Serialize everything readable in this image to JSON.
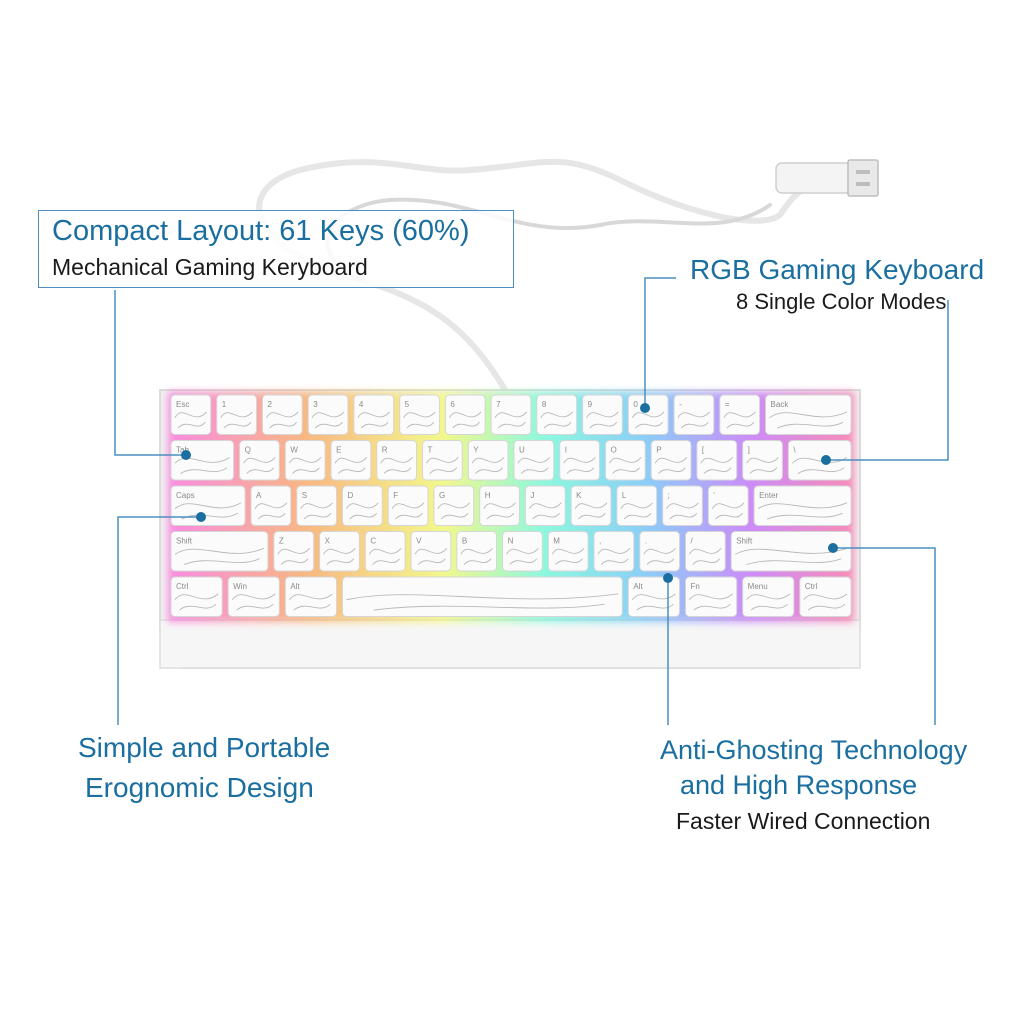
{
  "callouts": {
    "compact": {
      "title": "Compact Layout: 61 Keys (60%)",
      "subtitle": "Mechanical Gaming Keryboard"
    },
    "rgb": {
      "title": "RGB Gaming Keyboard",
      "subtitle": "8 Single Color Modes"
    },
    "simple": {
      "line1": "Simple and Portable",
      "line2": "Erognomic Design"
    },
    "anti": {
      "line1": "Anti-Ghosting Technology",
      "line2": "and High Response",
      "subtitle": "Faster Wired Connection"
    }
  },
  "keyboard": {
    "rows": [
      [
        "Esc",
        "1",
        "2",
        "3",
        "4",
        "5",
        "6",
        "7",
        "8",
        "9",
        "0",
        "-",
        "=",
        "Back"
      ],
      [
        "Tab",
        "Q",
        "W",
        "E",
        "R",
        "T",
        "Y",
        "U",
        "I",
        "O",
        "P",
        "[",
        "]",
        "\\"
      ],
      [
        "Caps",
        "A",
        "S",
        "D",
        "F",
        "G",
        "H",
        "J",
        "K",
        "L",
        ";",
        "'",
        "Enter"
      ],
      [
        "Shift",
        "Z",
        "X",
        "C",
        "V",
        "B",
        "N",
        "M",
        ",",
        ".",
        "/",
        "Shift"
      ],
      [
        "Ctrl",
        "Win",
        "Alt",
        "",
        "Alt",
        "Fn",
        "Menu",
        "Ctrl"
      ]
    ]
  },
  "colors": {
    "accent": "#1a6fa0",
    "line": "#4a8fbf",
    "body": "#f2f2f2"
  }
}
